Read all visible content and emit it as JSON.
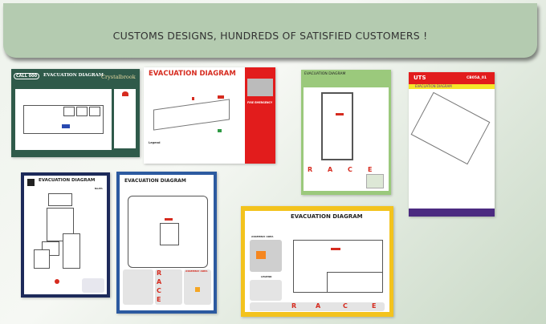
{
  "banner": {
    "text": "CUSTOMS DESIGNS, HUNDREDS OF SATISFIED CUSTOMERS !"
  },
  "posters": [
    {
      "title": "EVACUATION DIAGRAM",
      "badge": "CALL 000",
      "brand": "Crystalbrook",
      "theme_color": "#2f5a4a"
    },
    {
      "title": "EVACUATION DIAGRAM",
      "side_title": "FIRE EMERGENCY",
      "legend": "Legend",
      "theme_color": "#d62b1f"
    },
    {
      "title": "EVACUATION DIAGRAM",
      "theme_color": "#8fc46f"
    },
    {
      "title": "EVACUATION DIAGRAM",
      "brand": "UTS",
      "room": "CB05A_01",
      "theme_color": "#e02020"
    },
    {
      "title": "EVACUATION DIAGRAM",
      "north": "North",
      "theme_color": "#1d2a5a"
    },
    {
      "title": "EVACUATION DIAGRAM",
      "assembly": "ASSEMBLY AREA",
      "theme_color": "#2c5aa0"
    },
    {
      "title": "EVACUATION DIAGRAM",
      "assembly": "ASSEMBLY AREA",
      "legend": "LEGEND",
      "theme_color": "#f3c31d"
    }
  ],
  "race": [
    "R",
    "A",
    "C",
    "E"
  ]
}
